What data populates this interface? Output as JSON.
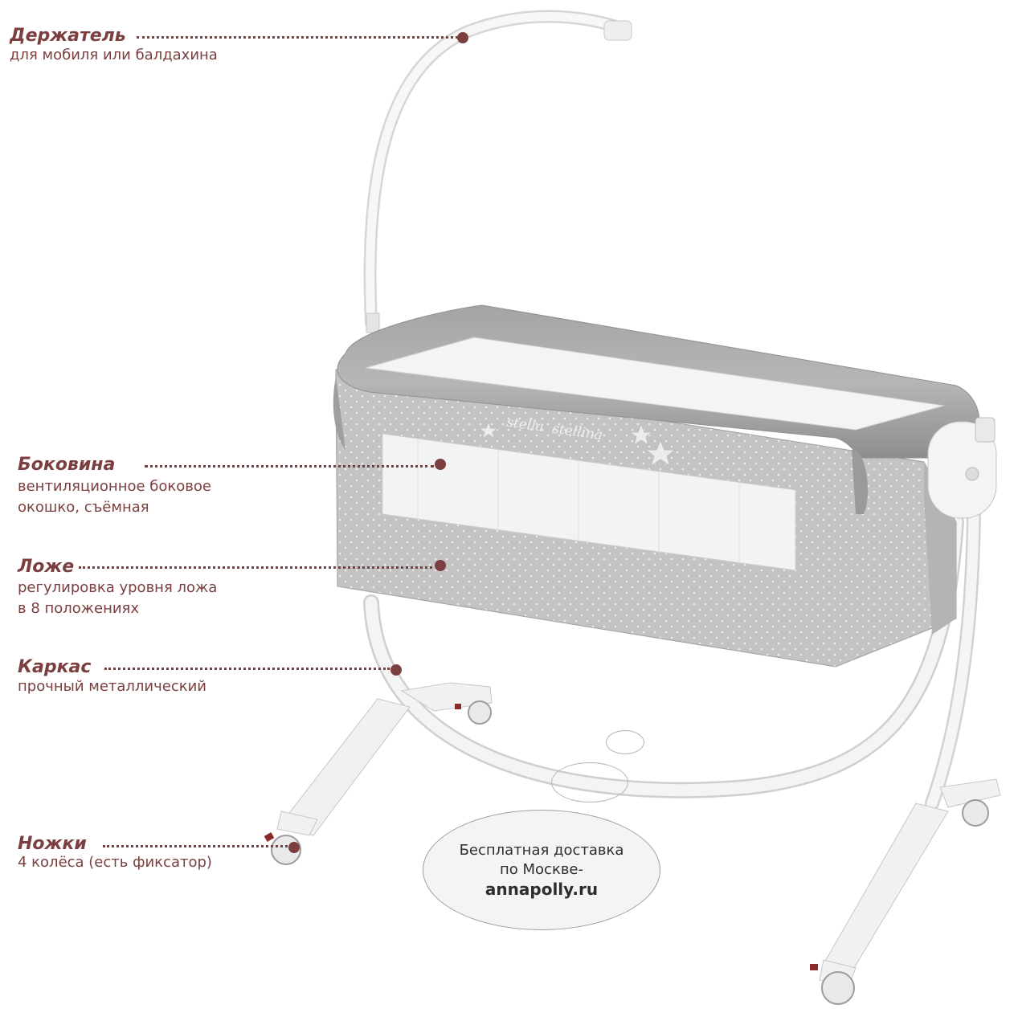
{
  "callouts": [
    {
      "title": "Держатель",
      "desc": [
        "для мобиля или балдахина"
      ]
    },
    {
      "title": "Боковина",
      "desc": [
        "вентиляционное боковое",
        "окошко, съёмная"
      ]
    },
    {
      "title": "Ложе",
      "desc": [
        "регулировка уровня ложа",
        "в 8 положениях"
      ]
    },
    {
      "title": "Каркас",
      "desc": [
        "прочный металлический"
      ]
    },
    {
      "title": "Ножки",
      "desc": [
        "4 колёса (есть фиксатор)"
      ]
    }
  ],
  "product_print": "stella  stellina",
  "promo": {
    "line1": "Бесплатная доставка",
    "line2": "по Москве-",
    "site": "annapolly.ru"
  },
  "colors": {
    "accent": "#7b3f3f",
    "fabric": "#a9a9a9",
    "frame": "#f2f2f2"
  }
}
